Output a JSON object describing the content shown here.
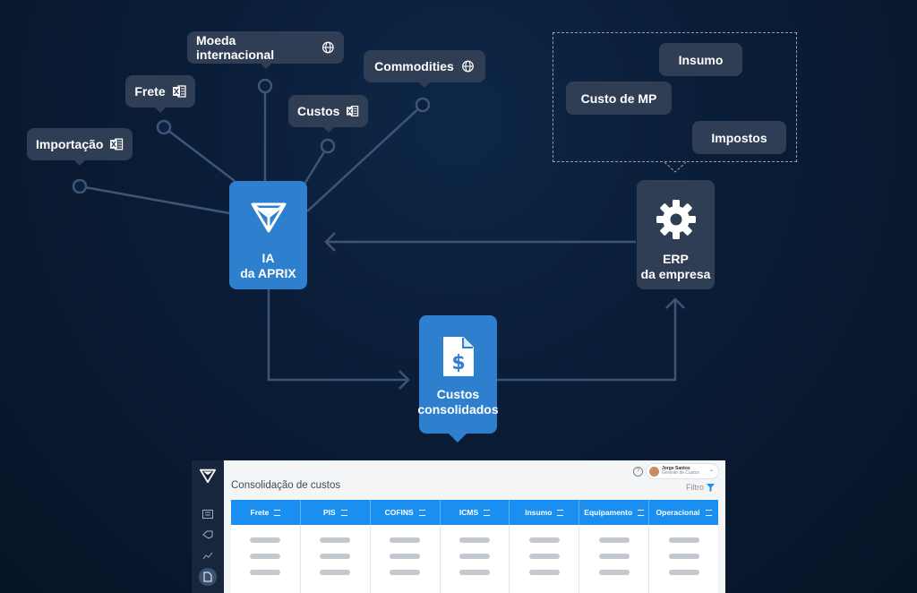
{
  "sources": [
    {
      "label": "Importação",
      "icon": "excel-icon"
    },
    {
      "label": "Frete",
      "icon": "excel-icon"
    },
    {
      "label": "Moeda internacional",
      "icon": "globe-icon"
    },
    {
      "label": "Custos",
      "icon": "excel-icon"
    },
    {
      "label": "Commodities",
      "icon": "globe-icon"
    }
  ],
  "ia_box": {
    "line1": "IA",
    "line2": "da APRIX",
    "icon": "aprix-logo-icon"
  },
  "erp_box": {
    "line1": "ERP",
    "line2": "da empresa",
    "icon": "gear-icon"
  },
  "erp_items": [
    "Insumo",
    "Custo de MP",
    "Impostos"
  ],
  "output_box": {
    "line1": "Custos",
    "line2": "consolidados",
    "icon": "dollar-document-icon"
  },
  "dashboard": {
    "title": "Consolidação de custos",
    "filter_label": "Filtro",
    "user_name": "Jorge Santos",
    "user_role": "Gerente de Custos",
    "columns": [
      "Frete",
      "PIS",
      "COFINS",
      "ICMS",
      "Insumo",
      "Equipamento",
      "Operacional"
    ]
  },
  "colors": {
    "accent_blue": "#2f7fcf",
    "table_header": "#1b8ff0",
    "node_dark": "#2f3e54",
    "connector": "#3e5675"
  }
}
